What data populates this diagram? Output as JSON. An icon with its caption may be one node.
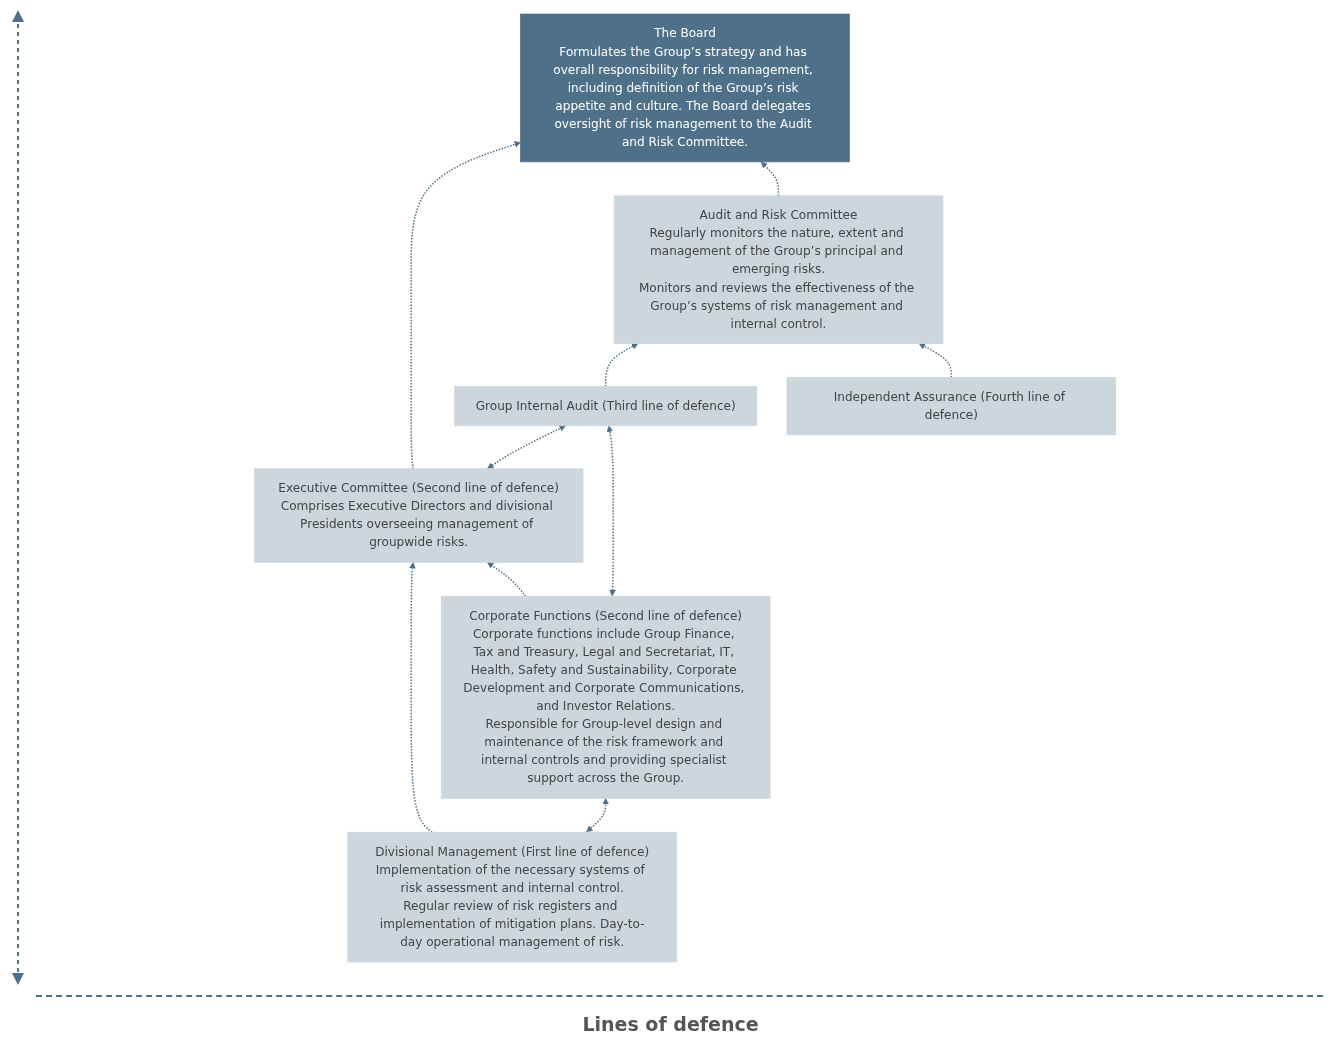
{
  "diagram": {
    "nodes": [
      {
        "text": [
          "The Board",
          "Formulates the Group’s strategy and has overall responsibility for risk management, including definition of the Group’s risk appetite and culture. The Board delegates oversight of risk management to the Audit and Risk Committee."
        ]
      },
      {
        "text": [
          "Audit and Risk Committee",
          "Regularly monitors the nature, extent and management of the Group’s principal and emerging risks.",
          "Monitors and reviews the effectiveness of the Group’s systems of risk management and internal control."
        ]
      },
      {
        "text": [
          "Executive Committee (Second line of defence)",
          "Comprises Executive Directors and divisional Presidents overseeing management of groupwide risks."
        ]
      },
      {
        "text": [
          "Divisional Management (First line of defence)",
          "Implementation of the necessary systems of risk assessment and internal control.",
          "Regular review of risk registers and implementation of mitigation plans. Day-to-day operational management of risk."
        ]
      },
      {
        "text": [
          "Corporate Functions (Second line of defence)",
          "Corporate functions include Group Finance, Tax and Treasury, Legal and Secretariat, IT, Health, Safety and Sustainability, Corporate Development and Corporate Communications, and Investor Relations.",
          "Responsible for Group-level design and maintenance of the risk framework and internal controls and providing specialist support across the Group."
        ]
      },
      {
        "text": [
          "Group Internal Audit (Third line of defence)"
        ]
      },
      {
        "text": [
          "Independent Assurance (Fourth line of defence)"
        ]
      }
    ],
    "edges": [
      {
        "from": 2,
        "to": 0,
        "arrow": "to",
        "style": "dashed"
      },
      {
        "from": 1,
        "to": 0,
        "arrow": "to",
        "style": "dashed"
      },
      {
        "from": 5,
        "to": 1,
        "arrow": "to",
        "style": "dashed"
      },
      {
        "from": 6,
        "to": 1,
        "arrow": "to",
        "style": "dashed"
      },
      {
        "from": 2,
        "to": 5,
        "arrow": "both",
        "style": "dashed"
      },
      {
        "from": 3,
        "to": 2,
        "arrow": "to",
        "style": "dashed"
      },
      {
        "from": 4,
        "to": 2,
        "arrow": "to",
        "style": "dashed"
      },
      {
        "from": 3,
        "to": 4,
        "arrow": "both",
        "style": "dashed"
      },
      {
        "from": 4,
        "to": 5,
        "arrow": "both",
        "style": "dashed"
      }
    ],
    "labels": [
      "Lines of defence"
    ]
  }
}
